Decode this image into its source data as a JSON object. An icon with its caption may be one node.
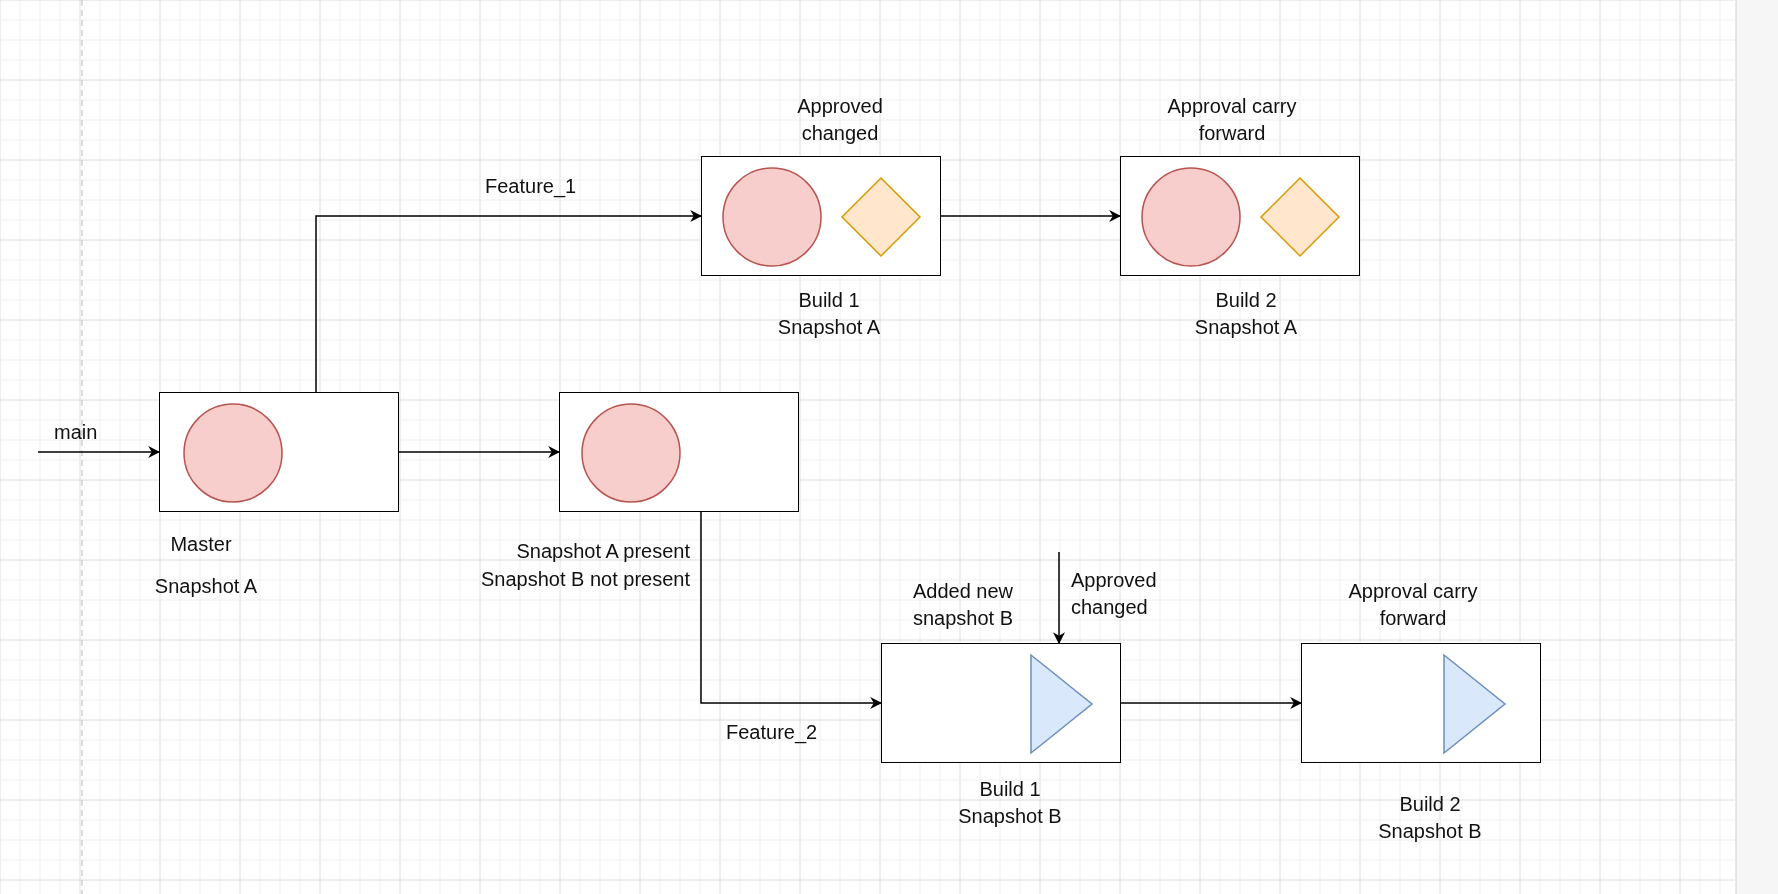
{
  "diagram": {
    "nodes": [
      {
        "text": [],
        "shape": "box",
        "beside": [
          "Approved changed",
          "Build 1 Snapshot A"
        ]
      },
      {
        "text": [],
        "shape": "circle",
        "in": 0
      },
      {
        "text": [],
        "shape": "diamond",
        "in": 0
      },
      {
        "text": [],
        "shape": "box",
        "beside": [
          "Approval carry forward",
          "Build 2 Snapshot A"
        ]
      },
      {
        "text": [],
        "shape": "circle",
        "in": 3
      },
      {
        "text": [],
        "shape": "diamond",
        "in": 3
      },
      {
        "text": [],
        "shape": "box",
        "beside": [
          "Master",
          "Snapshot A"
        ]
      },
      {
        "text": [],
        "shape": "circle",
        "in": 6
      },
      {
        "text": [],
        "shape": "box",
        "beside": [
          "Snapshot A present",
          "Snapshot B not present"
        ]
      },
      {
        "text": [],
        "shape": "circle",
        "in": 8
      },
      {
        "text": [],
        "shape": "box",
        "beside": [
          "Added new snapshot B",
          "Build 1 Snapshot B"
        ]
      },
      {
        "text": [],
        "shape": "triangle",
        "in": 10
      },
      {
        "text": [],
        "shape": "box",
        "beside": [
          "Approval carry forward",
          "Build 2 Snapshot B"
        ]
      },
      {
        "text": [],
        "shape": "triangle",
        "in": 12
      }
    ],
    "edges": [
      {
        "from": null,
        "to": 6,
        "arrow": "to",
        "label": "main"
      },
      {
        "from": 6,
        "to": 0,
        "arrow": "to",
        "label": "Feature_1"
      },
      {
        "from": 6,
        "to": 8,
        "arrow": "to"
      },
      {
        "from": 0,
        "to": 3,
        "arrow": "to"
      },
      {
        "from": 8,
        "to": 10,
        "arrow": "to",
        "label": "Feature_2"
      },
      {
        "from": null,
        "to": 10,
        "arrow": "to",
        "label": "Approved changed"
      },
      {
        "from": 10,
        "to": 12,
        "arrow": "to"
      }
    ]
  }
}
